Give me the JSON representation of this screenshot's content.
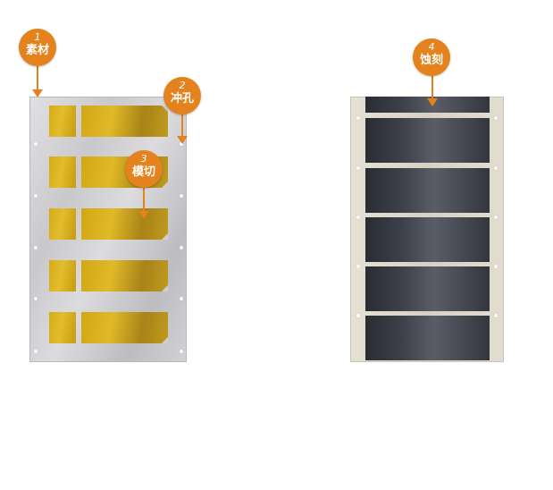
{
  "callouts": [
    {
      "number": "1",
      "label": "素材"
    },
    {
      "number": "2",
      "label": "冲孔"
    },
    {
      "number": "3",
      "label": "模切"
    },
    {
      "number": "4",
      "label": "蚀刻"
    }
  ],
  "colors": {
    "callout": "#e4821e",
    "arrow": "#e4821e",
    "gold_pad": "#d6aa17",
    "silver_sheet": "#cfcfd2",
    "etched_panel": "#3e414b",
    "beige_frame": "#dcd7c8"
  }
}
